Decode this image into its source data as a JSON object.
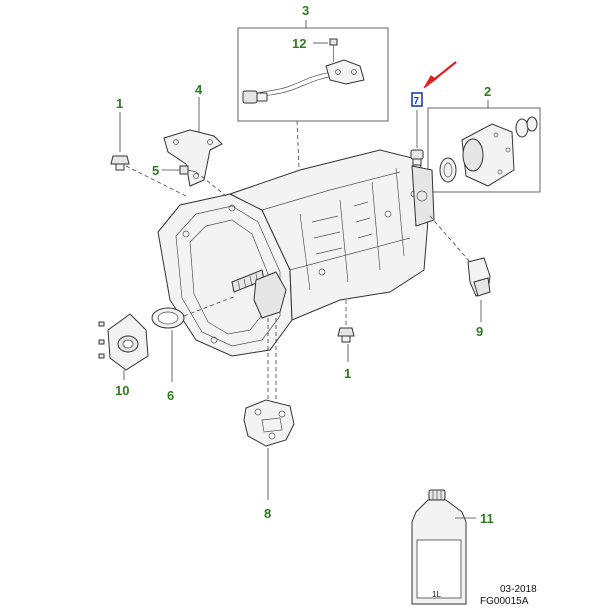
{
  "callouts": {
    "c1a": "1",
    "c1b": "1",
    "c2": "2",
    "c3": "3",
    "c4": "4",
    "c5": "5",
    "c6": "6",
    "c7": "7",
    "c8": "8",
    "c9": "9",
    "c10": "10",
    "c11": "11",
    "c12": "12"
  },
  "bottle_label": "1L",
  "footer": {
    "date": "03-2018",
    "code": "FG00015A"
  },
  "colors": {
    "callout": "#2e7d1e",
    "highlight": "#1a3fb0",
    "arrow": "#e02020"
  }
}
